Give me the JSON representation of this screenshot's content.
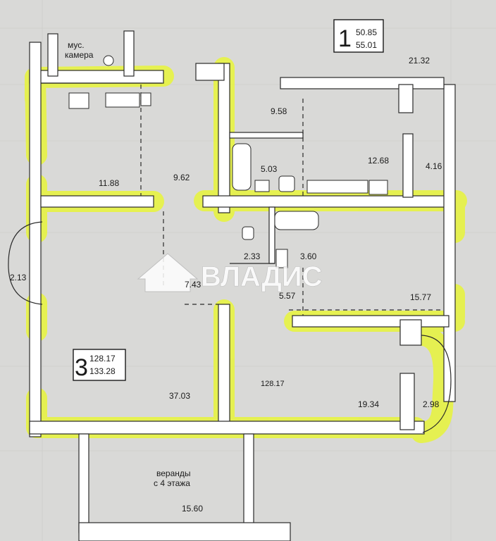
{
  "apartment_1": {
    "number": "1",
    "area_living": "50.85",
    "area_total": "55.01"
  },
  "apartment_3": {
    "number": "3",
    "area_living": "128.17",
    "area_total": "133.28"
  },
  "rooms": {
    "garbage_chamber": [
      "мус.",
      "камера"
    ],
    "r_21_32": "21.32",
    "r_9_58": "9.58",
    "r_12_68": "12.68",
    "r_4_16": "4.16",
    "r_11_88": "11.88",
    "r_9_62": "9.62",
    "r_5_03": "5.03",
    "r_2_13": "2.13",
    "r_2_33": "2.33",
    "r_3_60": "3.60",
    "r_7_43": "7.43",
    "r_5_57": "5.57",
    "r_15_77": "15.77",
    "r_128_17": "128.17",
    "r_37_03": "37.03",
    "r_19_34": "19.34",
    "r_2_98": "2.98",
    "veranda": [
      "веранды",
      "с 4 этажа"
    ],
    "r_15_60": "15.60"
  },
  "watermark": "ВЛАДИС",
  "colors": {
    "highlight": "#e8f53a",
    "wall": "#ffffff",
    "paper": "#d9d9d7",
    "ink": "#1a1a1a",
    "watermark": "#ffffff"
  }
}
